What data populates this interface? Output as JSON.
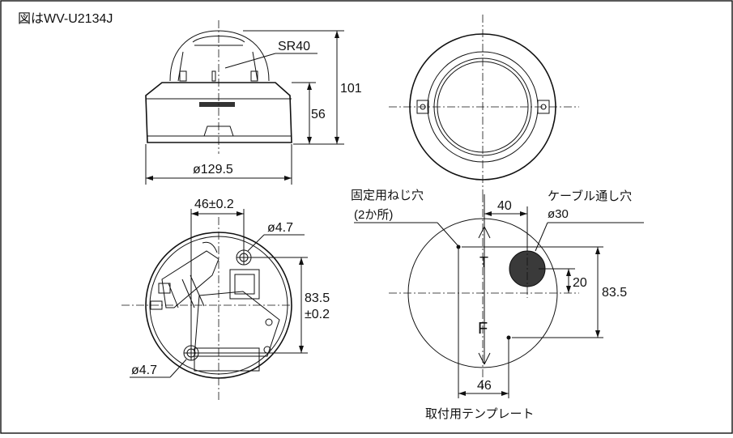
{
  "title": "図はWV-U2134J",
  "side_view": {
    "radius_label": "SR40",
    "total_height": "101",
    "body_height": "56",
    "diameter": "ø129.5"
  },
  "bottom_view": {
    "hole_pitch": "46±0.2",
    "hole_dia_top": "ø4.7",
    "hole_dia_bottom": "ø4.7",
    "height_line1": "83.5",
    "height_line2": "±0.2"
  },
  "template_view": {
    "fix_hole_line1": "固定用ねじ穴",
    "fix_hole_line2": "(2か所)",
    "cable_hole_label": "ケーブル通し穴",
    "cable_hole_dia": "ø30",
    "offset_x": "40",
    "offset_y": "20",
    "height": "83.5",
    "width": "46",
    "caption": "取付用テンプレート",
    "mark_top": "T",
    "mark_bottom": "F"
  }
}
